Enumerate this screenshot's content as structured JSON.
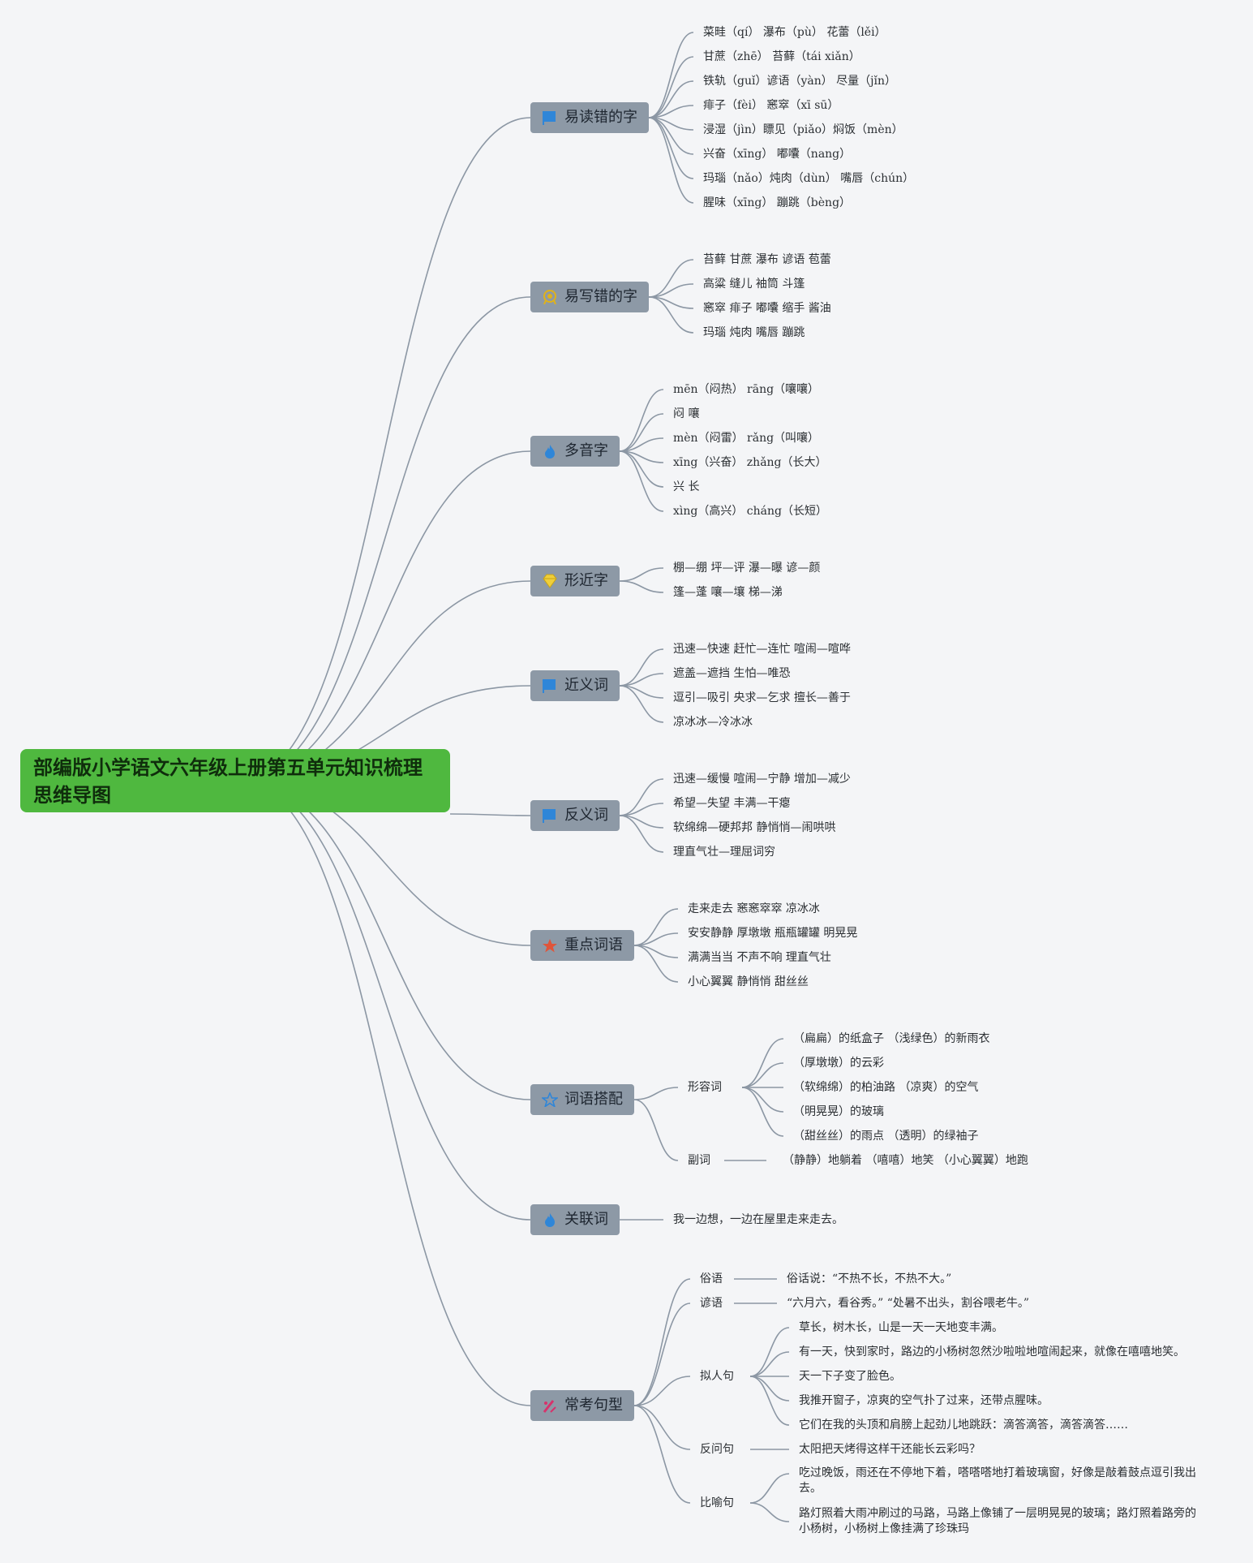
{
  "root": {
    "title_line1": "部编版小学语文六年级上册第五单元知识梳理",
    "title_line2": "思维导图"
  },
  "colors": {
    "root": "#4fb83f",
    "branch": "#8d99a6",
    "line": "#8c97a4",
    "background": "#f4f5f7"
  },
  "branches": [
    {
      "label": "易读错的字",
      "icon": "flag-icon",
      "items": [
        "菜畦（qí） 瀑布（pù） 花蕾（lěi）",
        "甘蔗（zhē） 苔藓（tái xiǎn）",
        "铁轨（guǐ）谚语（yàn） 尽量（jǐn）",
        "痱子（fèi） 窸窣（xī sū）",
        "浸湿（jìn）瞟见（piǎo）焖饭（mèn）",
        "兴奋（xīng） 嘟囔（nang）",
        "玛瑙（nǎo）炖肉（dùn） 嘴唇（chún）",
        "腥味（xīng） 蹦跳（bèng）"
      ]
    },
    {
      "label": "易写错的字",
      "icon": "award-icon",
      "items": [
        "苔藓 甘蔗 瀑布 谚语 苞蕾",
        "高粱 缝儿 袖筒 斗篷",
        "窸窣 痱子 嘟囔 缩手 酱油",
        "玛瑙 炖肉 嘴唇 蹦跳"
      ]
    },
    {
      "label": "多音字",
      "icon": "flame-icon",
      "items": [
        "mēn（闷热） rāng（嚷嚷）",
        "闷 嚷",
        "mèn（闷雷） rǎng（叫嚷）",
        "xīng（兴奋） zhǎng（长大）",
        "兴 长",
        "xìng（高兴） cháng（长短）"
      ]
    },
    {
      "label": "形近字",
      "icon": "diamond-icon",
      "items": [
        "棚—绷 坪—评 瀑—曝 谚—颜",
        "篷—蓬 嚷—壤 梯—涕"
      ]
    },
    {
      "label": "近义词",
      "icon": "flag-icon",
      "items": [
        "迅速—快速 赶忙—连忙 喧闹—喧哗",
        "遮盖—遮挡 生怕—唯恐",
        "逗引—吸引 央求—乞求 擅长—善于",
        "凉冰冰—冷冰冰"
      ]
    },
    {
      "label": "反义词",
      "icon": "flag-icon",
      "items": [
        "迅速—缓慢 喧闹—宁静 增加—减少",
        "希望—失望 丰满—干瘪",
        "软绵绵—硬邦邦 静悄悄—闹哄哄",
        "理直气壮—理屈词穷"
      ]
    },
    {
      "label": "重点词语",
      "icon": "star-icon",
      "items": [
        "走来走去 窸窸窣窣 凉冰冰",
        "安安静静 厚墩墩 瓶瓶罐罐 明晃晃",
        "满满当当 不声不响 理直气壮",
        "小心翼翼 静悄悄 甜丝丝"
      ]
    },
    {
      "label": "词语搭配",
      "icon": "star-outline-icon",
      "groups": [
        {
          "label": "形容词",
          "items": [
            "（扁扁）的纸盒子 （浅绿色）的新雨衣",
            "（厚墩墩）的云彩",
            "（软绵绵）的柏油路 （凉爽）的空气",
            "（明晃晃）的玻璃",
            "（甜丝丝）的雨点 （透明）的绿袖子"
          ]
        },
        {
          "label": "副词",
          "items": [
            "（静静）地躺着 （嘻嘻）地笑 （小心翼翼）地跑"
          ]
        }
      ]
    },
    {
      "label": "关联词",
      "icon": "flame-icon",
      "items": [
        "我一边想，一边在屋里走来走去。"
      ]
    },
    {
      "label": "常考句型",
      "icon": "pen-icon",
      "groups": [
        {
          "label": "俗语",
          "items": [
            "俗话说：“不热不长，不热不大。”"
          ]
        },
        {
          "label": "谚语",
          "items": [
            "“六月六，看谷秀。” “处暑不出头，割谷喂老牛。”"
          ]
        },
        {
          "label": "拟人句",
          "items": [
            "草长，树木长，山是一天一天地变丰满。",
            "有一天，快到家时，路边的小杨树忽然沙啦啦地喧闹起来，就像在嘻嘻地笑。",
            "天一下子变了脸色。",
            "我推开窗子，凉爽的空气扑了过来，还带点腥味。",
            "它们在我的头顶和肩膀上起劲儿地跳跃：滴答滴答，滴答滴答……"
          ]
        },
        {
          "label": "反问句",
          "items": [
            "太阳把天烤得这样干还能长云彩吗？"
          ]
        },
        {
          "label": "比喻句",
          "items": [
            "吃过晚饭，雨还在不停地下着，嗒嗒嗒地打着玻璃窗，好像是敲着鼓点逗引我出去。",
            "路灯照着大雨冲刷过的马路，马路上像铺了一层明晃晃的玻璃；路灯照着路旁的小杨树，小杨树上像挂满了珍珠玛"
          ]
        }
      ]
    }
  ]
}
